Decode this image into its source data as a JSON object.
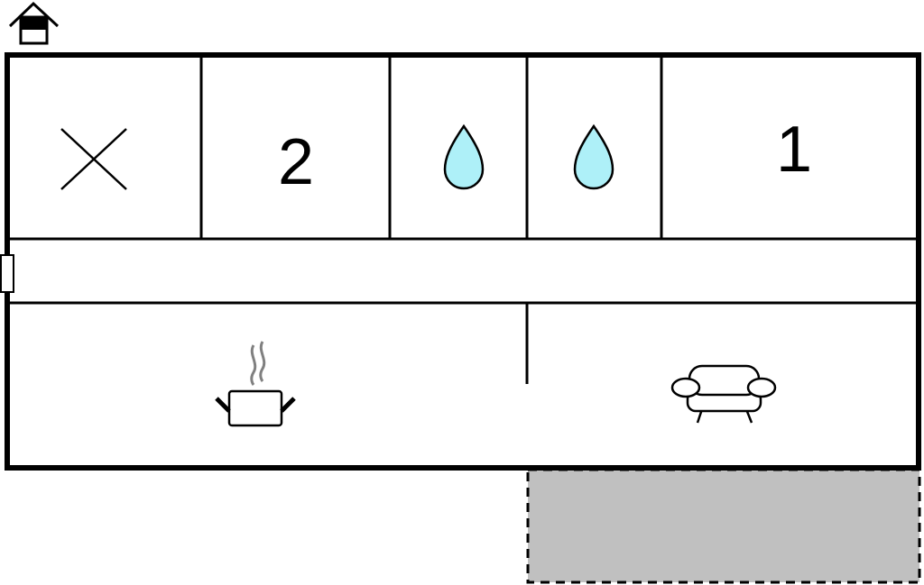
{
  "floorplan": {
    "rooms": [
      {
        "id": "room-unlabeled",
        "label": "",
        "icon": "cross-icon"
      },
      {
        "id": "bedroom-2",
        "label": "2",
        "icon": ""
      },
      {
        "id": "bathroom-a",
        "label": "",
        "icon": "water-drop-icon"
      },
      {
        "id": "bathroom-b",
        "label": "",
        "icon": "water-drop-icon"
      },
      {
        "id": "bedroom-1",
        "label": "1",
        "icon": ""
      },
      {
        "id": "hallway",
        "label": "",
        "icon": ""
      },
      {
        "id": "kitchen",
        "label": "",
        "icon": "cooking-pot-icon"
      },
      {
        "id": "living-room",
        "label": "",
        "icon": "sofa-icon"
      }
    ],
    "entrance_icon": "house-entrance-icon",
    "terrace_icon": "terrace-area",
    "colors": {
      "wall": "#000000",
      "water": "#aef0f8",
      "terrace": "#c0c0c0",
      "steam": "#808080"
    }
  }
}
